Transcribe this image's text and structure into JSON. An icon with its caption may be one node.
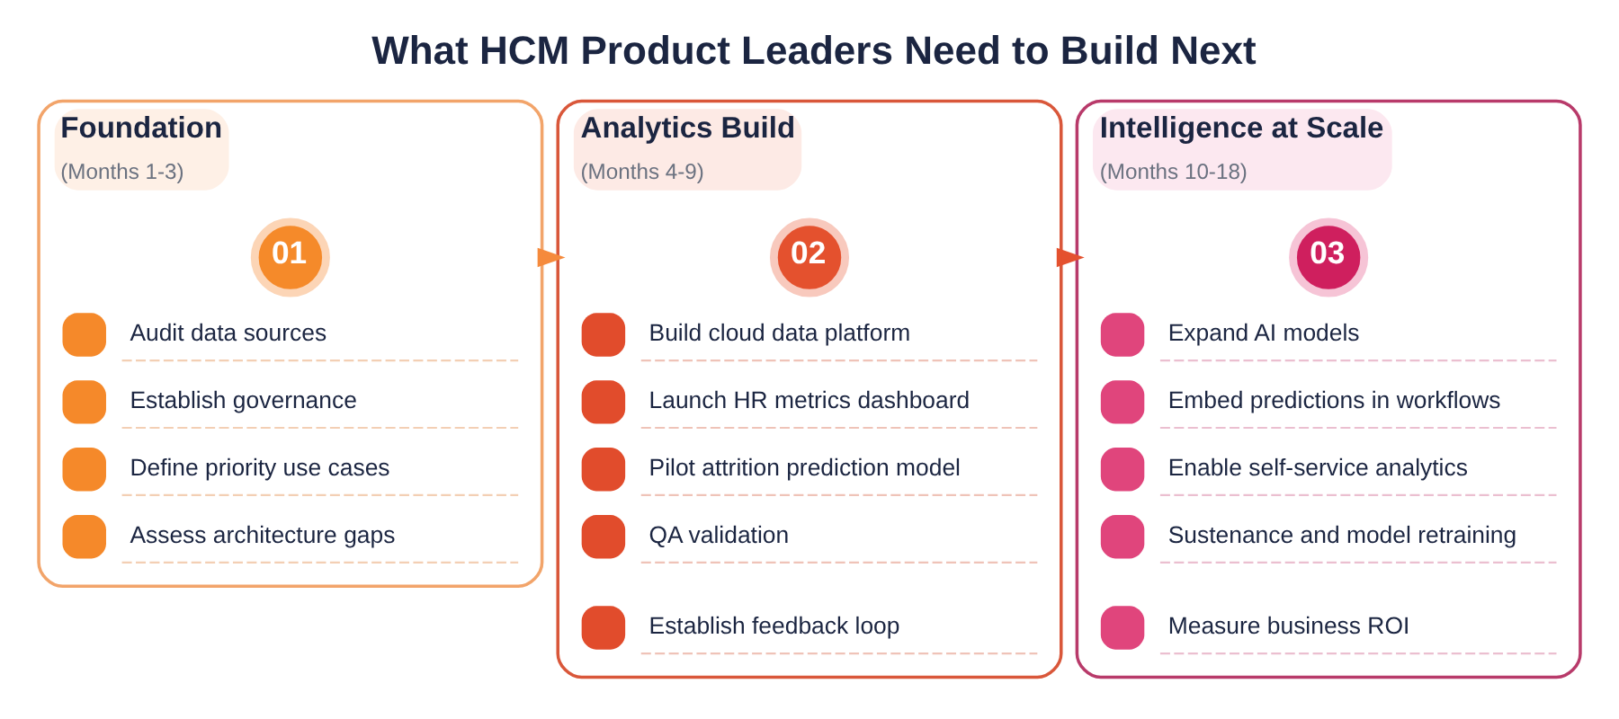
{
  "diagram": {
    "title": "What HCM Product Leaders Need to Build Next",
    "nodes": [
      {
        "text": [
          "Foundation",
          "(Months 1-3)"
        ]
      },
      {
        "text": [
          "01"
        ],
        "in": 0
      },
      {
        "text": [
          "Audit data sources"
        ],
        "in": 0
      },
      {
        "text": [
          "Establish governance"
        ],
        "in": 0
      },
      {
        "text": [
          "Define priority use cases"
        ],
        "in": 0
      },
      {
        "text": [
          "Assess architecture gaps"
        ],
        "in": 0
      },
      {
        "text": [
          "Analytics Build",
          "(Months 4-9)"
        ]
      },
      {
        "text": [
          "02"
        ],
        "in": 6
      },
      {
        "text": [
          "Build cloud data platform"
        ],
        "in": 6
      },
      {
        "text": [
          "Launch HR metrics dashboard"
        ],
        "in": 6
      },
      {
        "text": [
          "Pilot attrition prediction model"
        ],
        "in": 6
      },
      {
        "text": [
          "QA validation"
        ],
        "in": 6
      },
      {
        "text": [
          "Establish feedback loop"
        ],
        "in": 6
      },
      {
        "text": [
          "Intelligence at Scale",
          "(Months 10-18)"
        ]
      },
      {
        "text": [
          "03"
        ],
        "in": 13
      },
      {
        "text": [
          "Expand AI models"
        ],
        "in": 13
      },
      {
        "text": [
          "Embed predictions in workflows"
        ],
        "in": 13
      },
      {
        "text": [
          "Enable self-service analytics"
        ],
        "in": 13
      },
      {
        "text": [
          "Sustenance and model retraining"
        ],
        "in": 13
      },
      {
        "text": [
          "Measure business ROI"
        ],
        "in": 13
      }
    ],
    "edges": [
      {
        "from": 0,
        "to": 6,
        "arrow": "to",
        "color": "#f58a3c"
      },
      {
        "from": 6,
        "to": 13,
        "arrow": "to",
        "color": "#e4512e"
      }
    ]
  }
}
